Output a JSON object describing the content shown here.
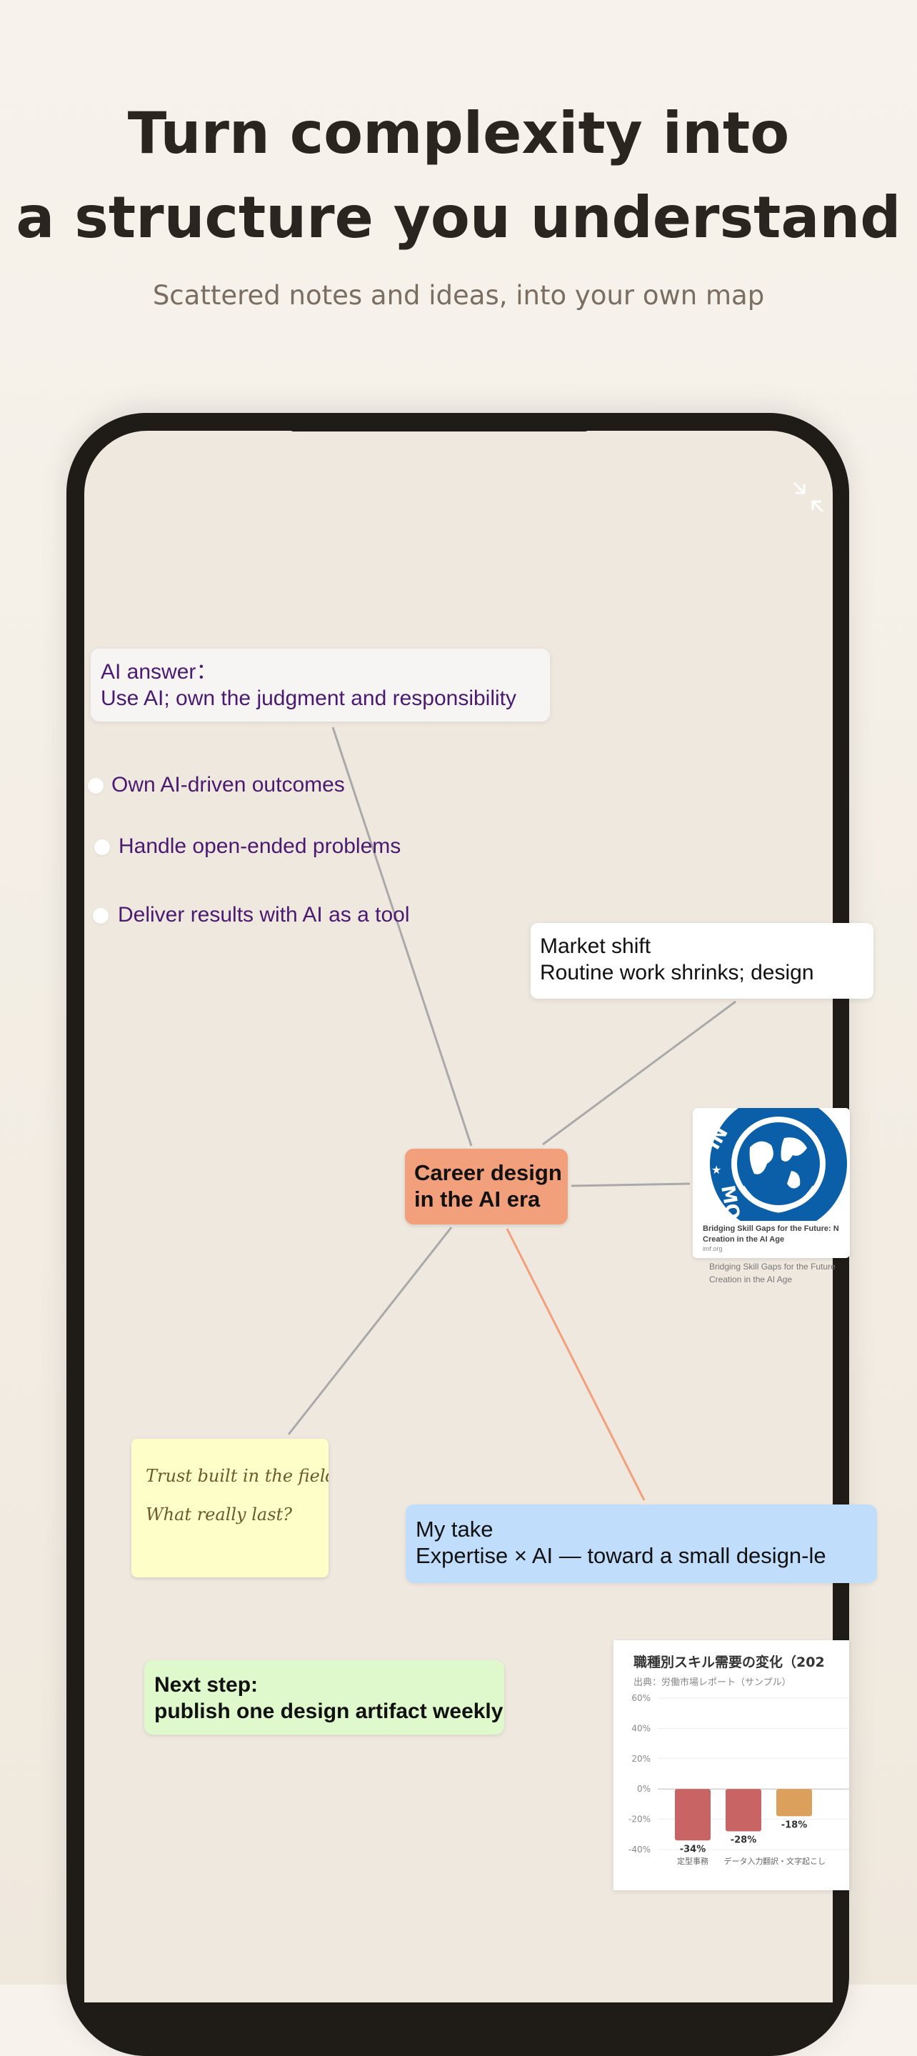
{
  "headline": {
    "line1": "Turn complexity into",
    "line2": "a structure you understand"
  },
  "subtitle": "Scattered notes and ideas, into your own map",
  "icons": {
    "collapse": "collapse-arrows-icon"
  },
  "colors": {
    "central": "#f2a07b",
    "blue_note": "#c0ddfb",
    "green_note": "#dff8cc",
    "sticky": "#feffc8",
    "purple_text": "#4a1a70",
    "connector": "#a9a9a9",
    "accent_connector": "#f2a07b"
  },
  "map": {
    "ai_answer": {
      "line1": "AI answer：",
      "line2": "Use AI; own the judgment and responsibility"
    },
    "bullets": [
      "Own AI-driven outcomes",
      "Handle open-ended problems",
      "Deliver results with AI as a tool"
    ],
    "market": {
      "line1": "Market shift",
      "line2": "Routine work shrinks; design"
    },
    "center": {
      "line1": "Career design",
      "line2": "in the AI era"
    },
    "link_card": {
      "title": "Bridging Skill Gaps for the Future: N Creation in the AI Age",
      "domain": "imf.org",
      "caption": "Bridging Skill Gaps for the Future Creation in the AI Age"
    },
    "sticky": {
      "line1": "Trust built in the field is",
      "line2": "What really last?"
    },
    "my_take": {
      "line1": "My take",
      "line2": "Expertise × AI — toward a small design-le"
    },
    "next_step": {
      "line1": "Next step:",
      "line2": "publish one design artifact weekly"
    }
  },
  "chart_data": {
    "type": "bar",
    "title": "職種別スキル需要の変化（202",
    "subtitle": "出典：労働市場レポート（サンプル）",
    "categories": [
      "定型事務",
      "データ入力",
      "翻訳・文字起こし"
    ],
    "values": [
      -34,
      -28,
      -18
    ],
    "value_labels": [
      "-34%",
      "-28%",
      "-18%"
    ],
    "colors": [
      "#c96464",
      "#c96464",
      "#dba05c"
    ],
    "yticks": [
      "60%",
      "40%",
      "20%",
      "0%",
      "-20%",
      "-40%"
    ],
    "ylim": [
      -40,
      60
    ],
    "grid": true
  }
}
